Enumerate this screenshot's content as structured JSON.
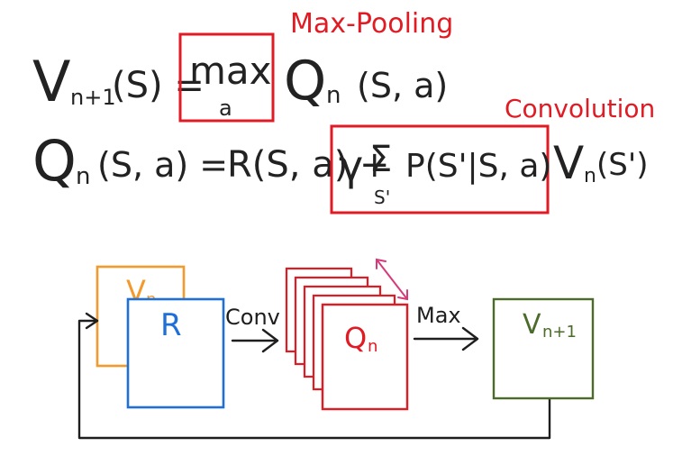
{
  "equations": {
    "bellman_v": {
      "lhs": "V",
      "lhs_sub": "n+1",
      "lhs_arg": "(S) =",
      "op": "max",
      "op_sub": "a",
      "rhs": "Q",
      "rhs_sub": "n",
      "rhs_arg": "(S, a)"
    },
    "bellman_q": {
      "lhs": "Q",
      "lhs_sub": "n",
      "lhs_arg": "(S, a) =",
      "reward": "R(S, a) +",
      "gamma": "γ",
      "sum": "Σ",
      "sum_sub": "S'",
      "transition": "P(S'|S, a)",
      "v": "V",
      "v_sub": "n",
      "v_arg": "(S')"
    }
  },
  "annotations": {
    "max_pooling": "Max-Pooling",
    "convolution": "Convolution"
  },
  "blocks": {
    "vn": {
      "label": "V",
      "sub": "n"
    },
    "r": {
      "label": "R"
    },
    "qn": {
      "label": "Q",
      "sub": "n"
    },
    "vn1": {
      "label": "V",
      "sub": "n+1"
    }
  },
  "arrows": {
    "conv": "Conv",
    "max": "Max"
  },
  "colors": {
    "ink": "#1e1e1e",
    "red": "#e01b24",
    "blue": "#1f6fd6",
    "orange": "#f29a2e",
    "green": "#4b6b2a",
    "magenta": "#d63a7a"
  }
}
